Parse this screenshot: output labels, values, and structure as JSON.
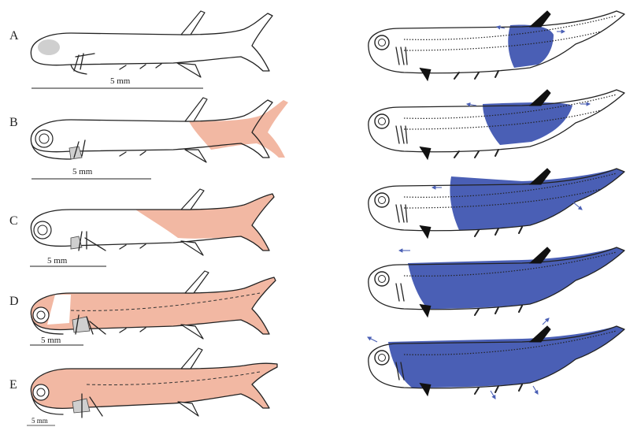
{
  "panels": [
    {
      "label": "A",
      "scale_label": "5 mm"
    },
    {
      "label": "B",
      "scale_label": "5 mm"
    },
    {
      "label": "C",
      "scale_label": "5 mm"
    },
    {
      "label": "D",
      "scale_label": "5 mm"
    },
    {
      "label": "E",
      "scale_label": "5 mm"
    }
  ],
  "colors": {
    "ossification_fill": "#f2b8a3",
    "activity_fill": "#4a5fb5",
    "outline": "#222222"
  },
  "icons": [
    "larval-fish-outline-icon",
    "juvenile-fish-drawing-icon",
    "direction-arrow-icon"
  ]
}
